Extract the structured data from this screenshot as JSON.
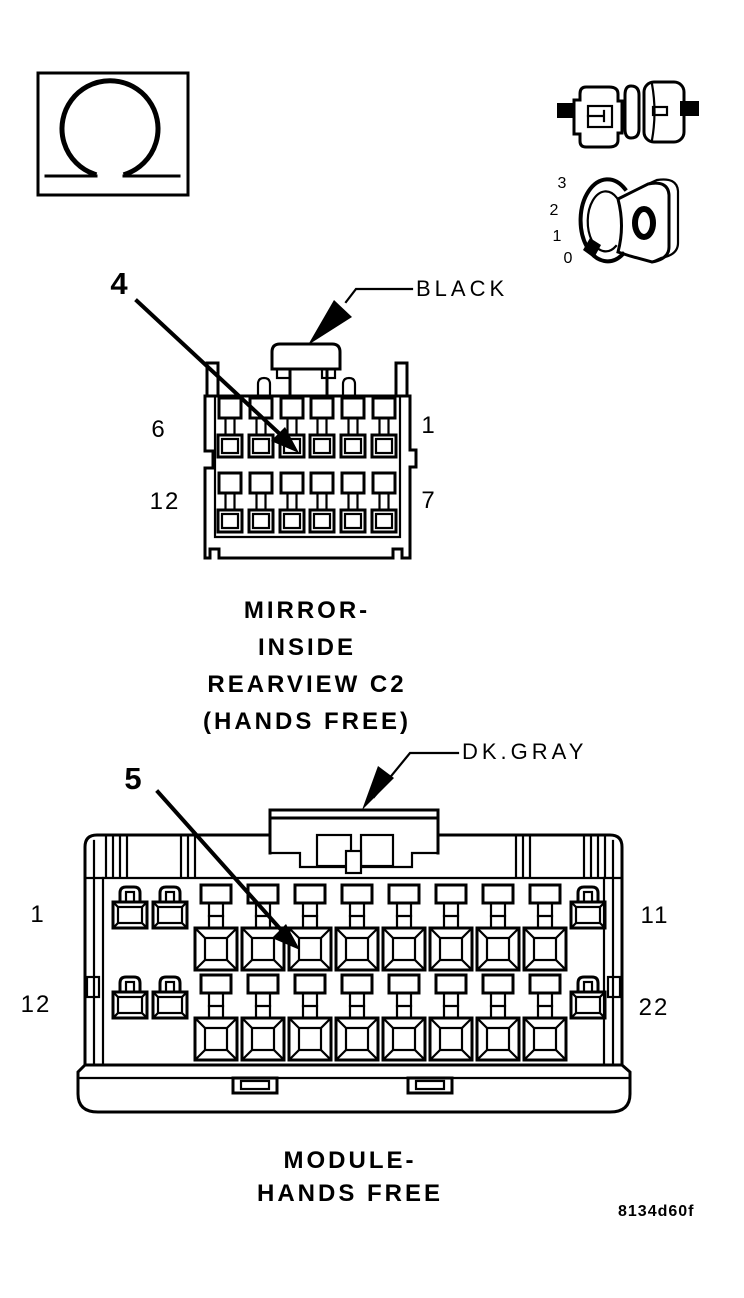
{
  "figure_code": "8134d60f",
  "colors": {
    "line": "#000000",
    "background": "#ffffff"
  },
  "rotary_indicator": {
    "positions": [
      "3",
      "2",
      "1",
      "0"
    ]
  },
  "connector1": {
    "callout": "4",
    "color": "BLACK",
    "pins": {
      "top_left": "6",
      "top_right": "1",
      "bottom_left": "12",
      "bottom_right": "7"
    },
    "name_lines": [
      "MIRROR-",
      "INSIDE",
      "REARVIEW C2",
      "(HANDS FREE)"
    ]
  },
  "connector2": {
    "callout": "5",
    "color": "DK.GRAY",
    "pins": {
      "top_left": "1",
      "top_right": "11",
      "bottom_left": "12",
      "bottom_right": "22"
    },
    "name_lines": [
      "MODULE-",
      "HANDS FREE"
    ]
  }
}
